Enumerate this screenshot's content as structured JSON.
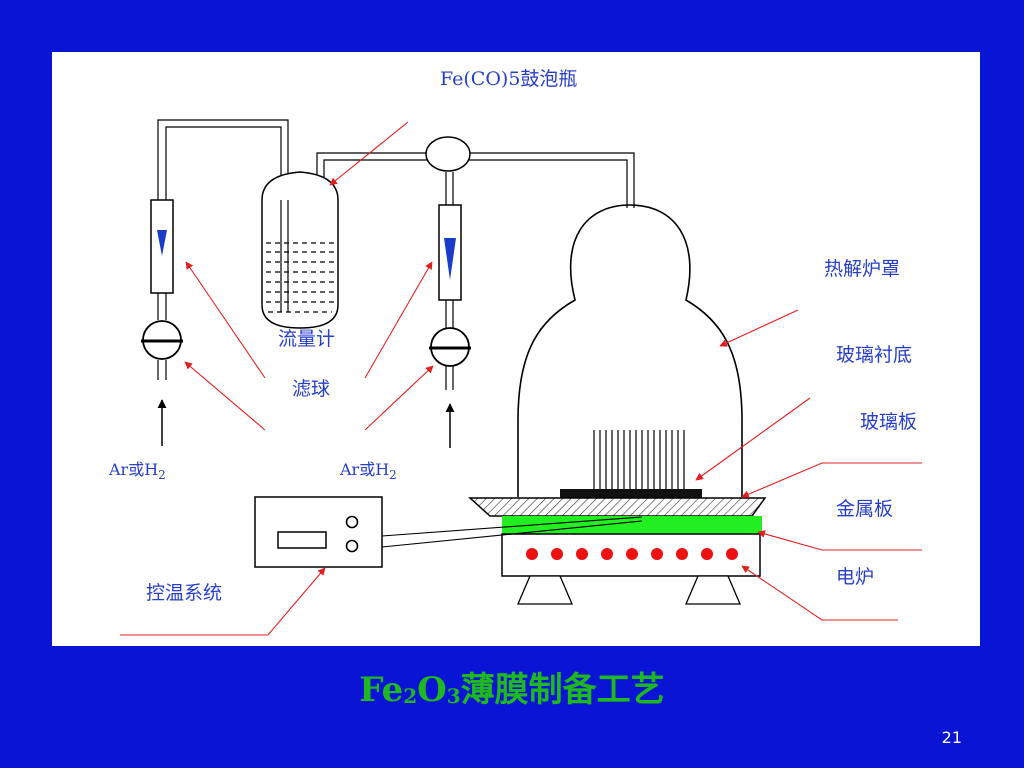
{
  "diagram": {
    "labels": {
      "bubbler": "Fe(CO)5鼓泡瓶",
      "flowmeter": "流量计",
      "filter_ball": "滤球",
      "gas_inlet_left": "Ar或H",
      "gas_inlet_left_sub": "2",
      "gas_inlet_right": "Ar或H",
      "gas_inlet_right_sub": "2",
      "furnace_hood": "热解炉罩",
      "glass_substrate": "玻璃衬底",
      "glass_plate": "玻璃板",
      "metal_plate": "金属板",
      "electric_furnace": "电炉",
      "temp_control": "控温系统"
    },
    "colors": {
      "panel_bg": "#ffffff",
      "label_text": "#2840c8",
      "arrow": "#e02020",
      "heater_dot": "#ee1111",
      "metal_plate": "#22ee22",
      "flowmeter_float": "#1a3cc8"
    }
  },
  "caption": {
    "prefix": "Fe",
    "sub1": "2",
    "mid": "O",
    "sub2": "3",
    "suffix": "薄膜制备工艺"
  },
  "page_number": "21"
}
